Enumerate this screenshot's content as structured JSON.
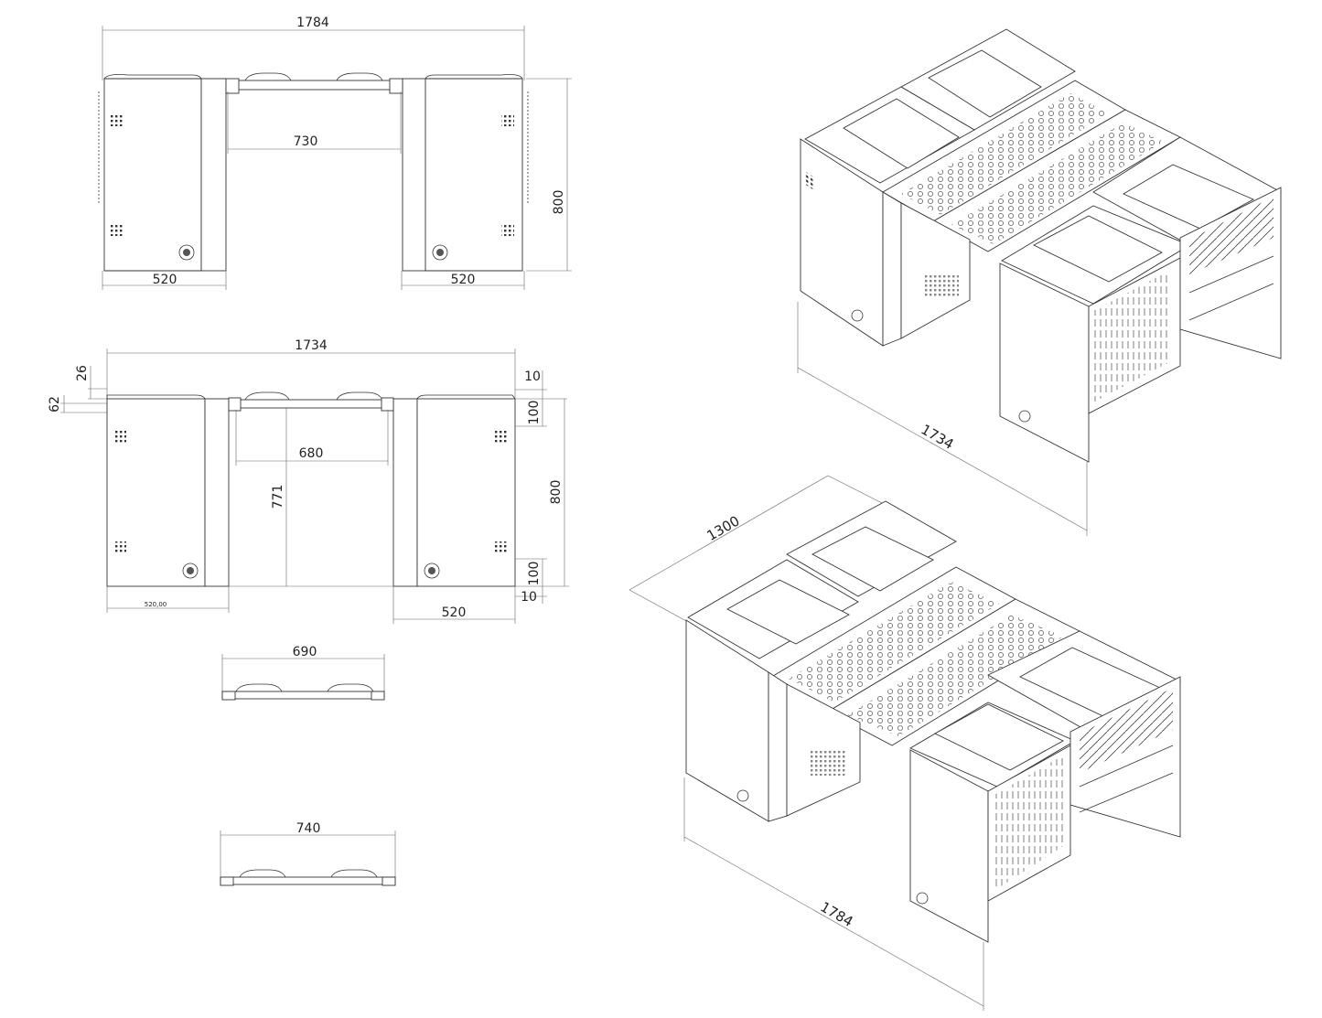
{
  "front_view": {
    "overall_width": "1784",
    "opening_width": "730",
    "height": "800",
    "left_cabinet_width": "520",
    "right_cabinet_width": "520"
  },
  "inner_view": {
    "overall_width": "1734",
    "top_offset_a": "26",
    "top_offset_b": "62",
    "right_top_gap": "10",
    "right_top_step": "100",
    "opening_width": "680",
    "opening_height": "771",
    "height": "800",
    "right_bottom_step": "100",
    "right_bottom_gap": "10",
    "left_cabinet_width": "520,00",
    "right_cabinet_width": "520"
  },
  "panel_a": {
    "width": "690"
  },
  "panel_b": {
    "width": "740"
  },
  "iso_top": {
    "length": "1734"
  },
  "iso_bottom": {
    "depth": "1300",
    "length": "1784"
  }
}
